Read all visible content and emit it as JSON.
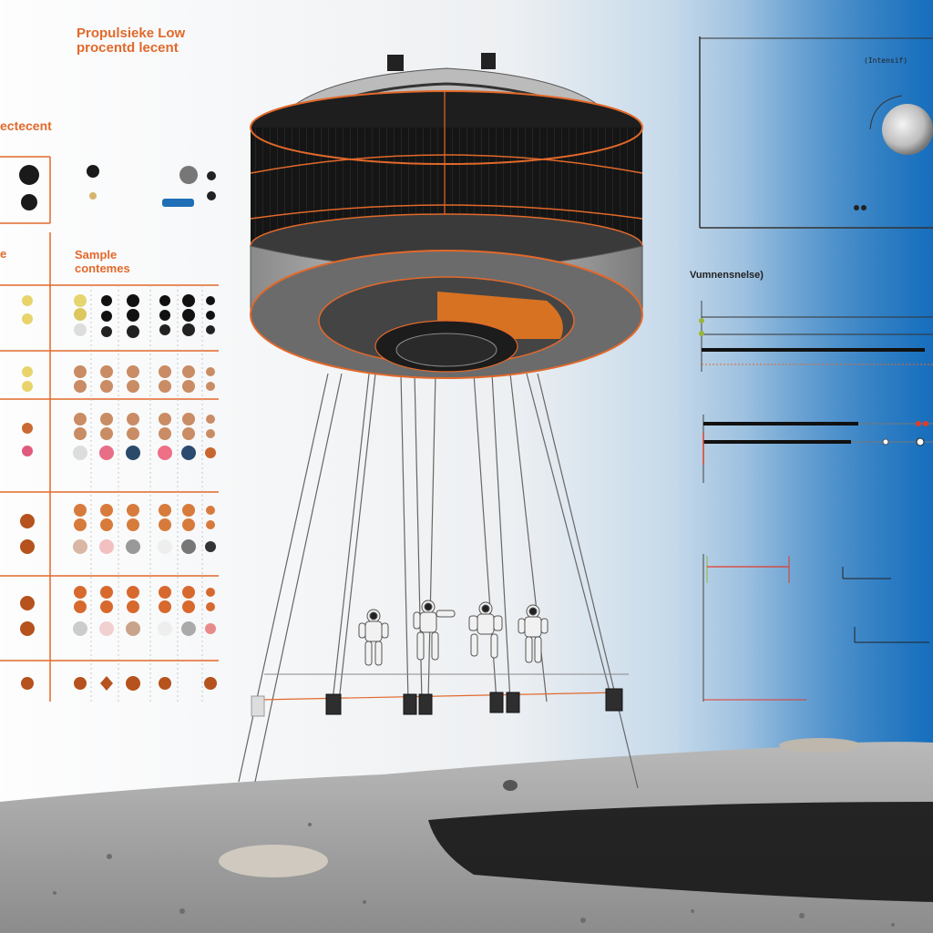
{
  "left_panel": {
    "title_line1": "Propulsieke Low",
    "title_line2": "procentd lecent",
    "section_label": "ectecent",
    "sample_title_line1": "Sample",
    "sample_title_line2": "contemes",
    "side_letter": "e"
  },
  "right_panel": {
    "mid_title": "Vumnensnelse)",
    "moon_label": "(Intensif)"
  },
  "colors": {
    "accent": "#e2692b",
    "hull": "#1a1a1a",
    "blue": "#1d6fb6",
    "regolith": "#9a9a9a"
  },
  "icons": [
    "moon-icon",
    "astronaut-icon",
    "spacecraft-icon"
  ]
}
